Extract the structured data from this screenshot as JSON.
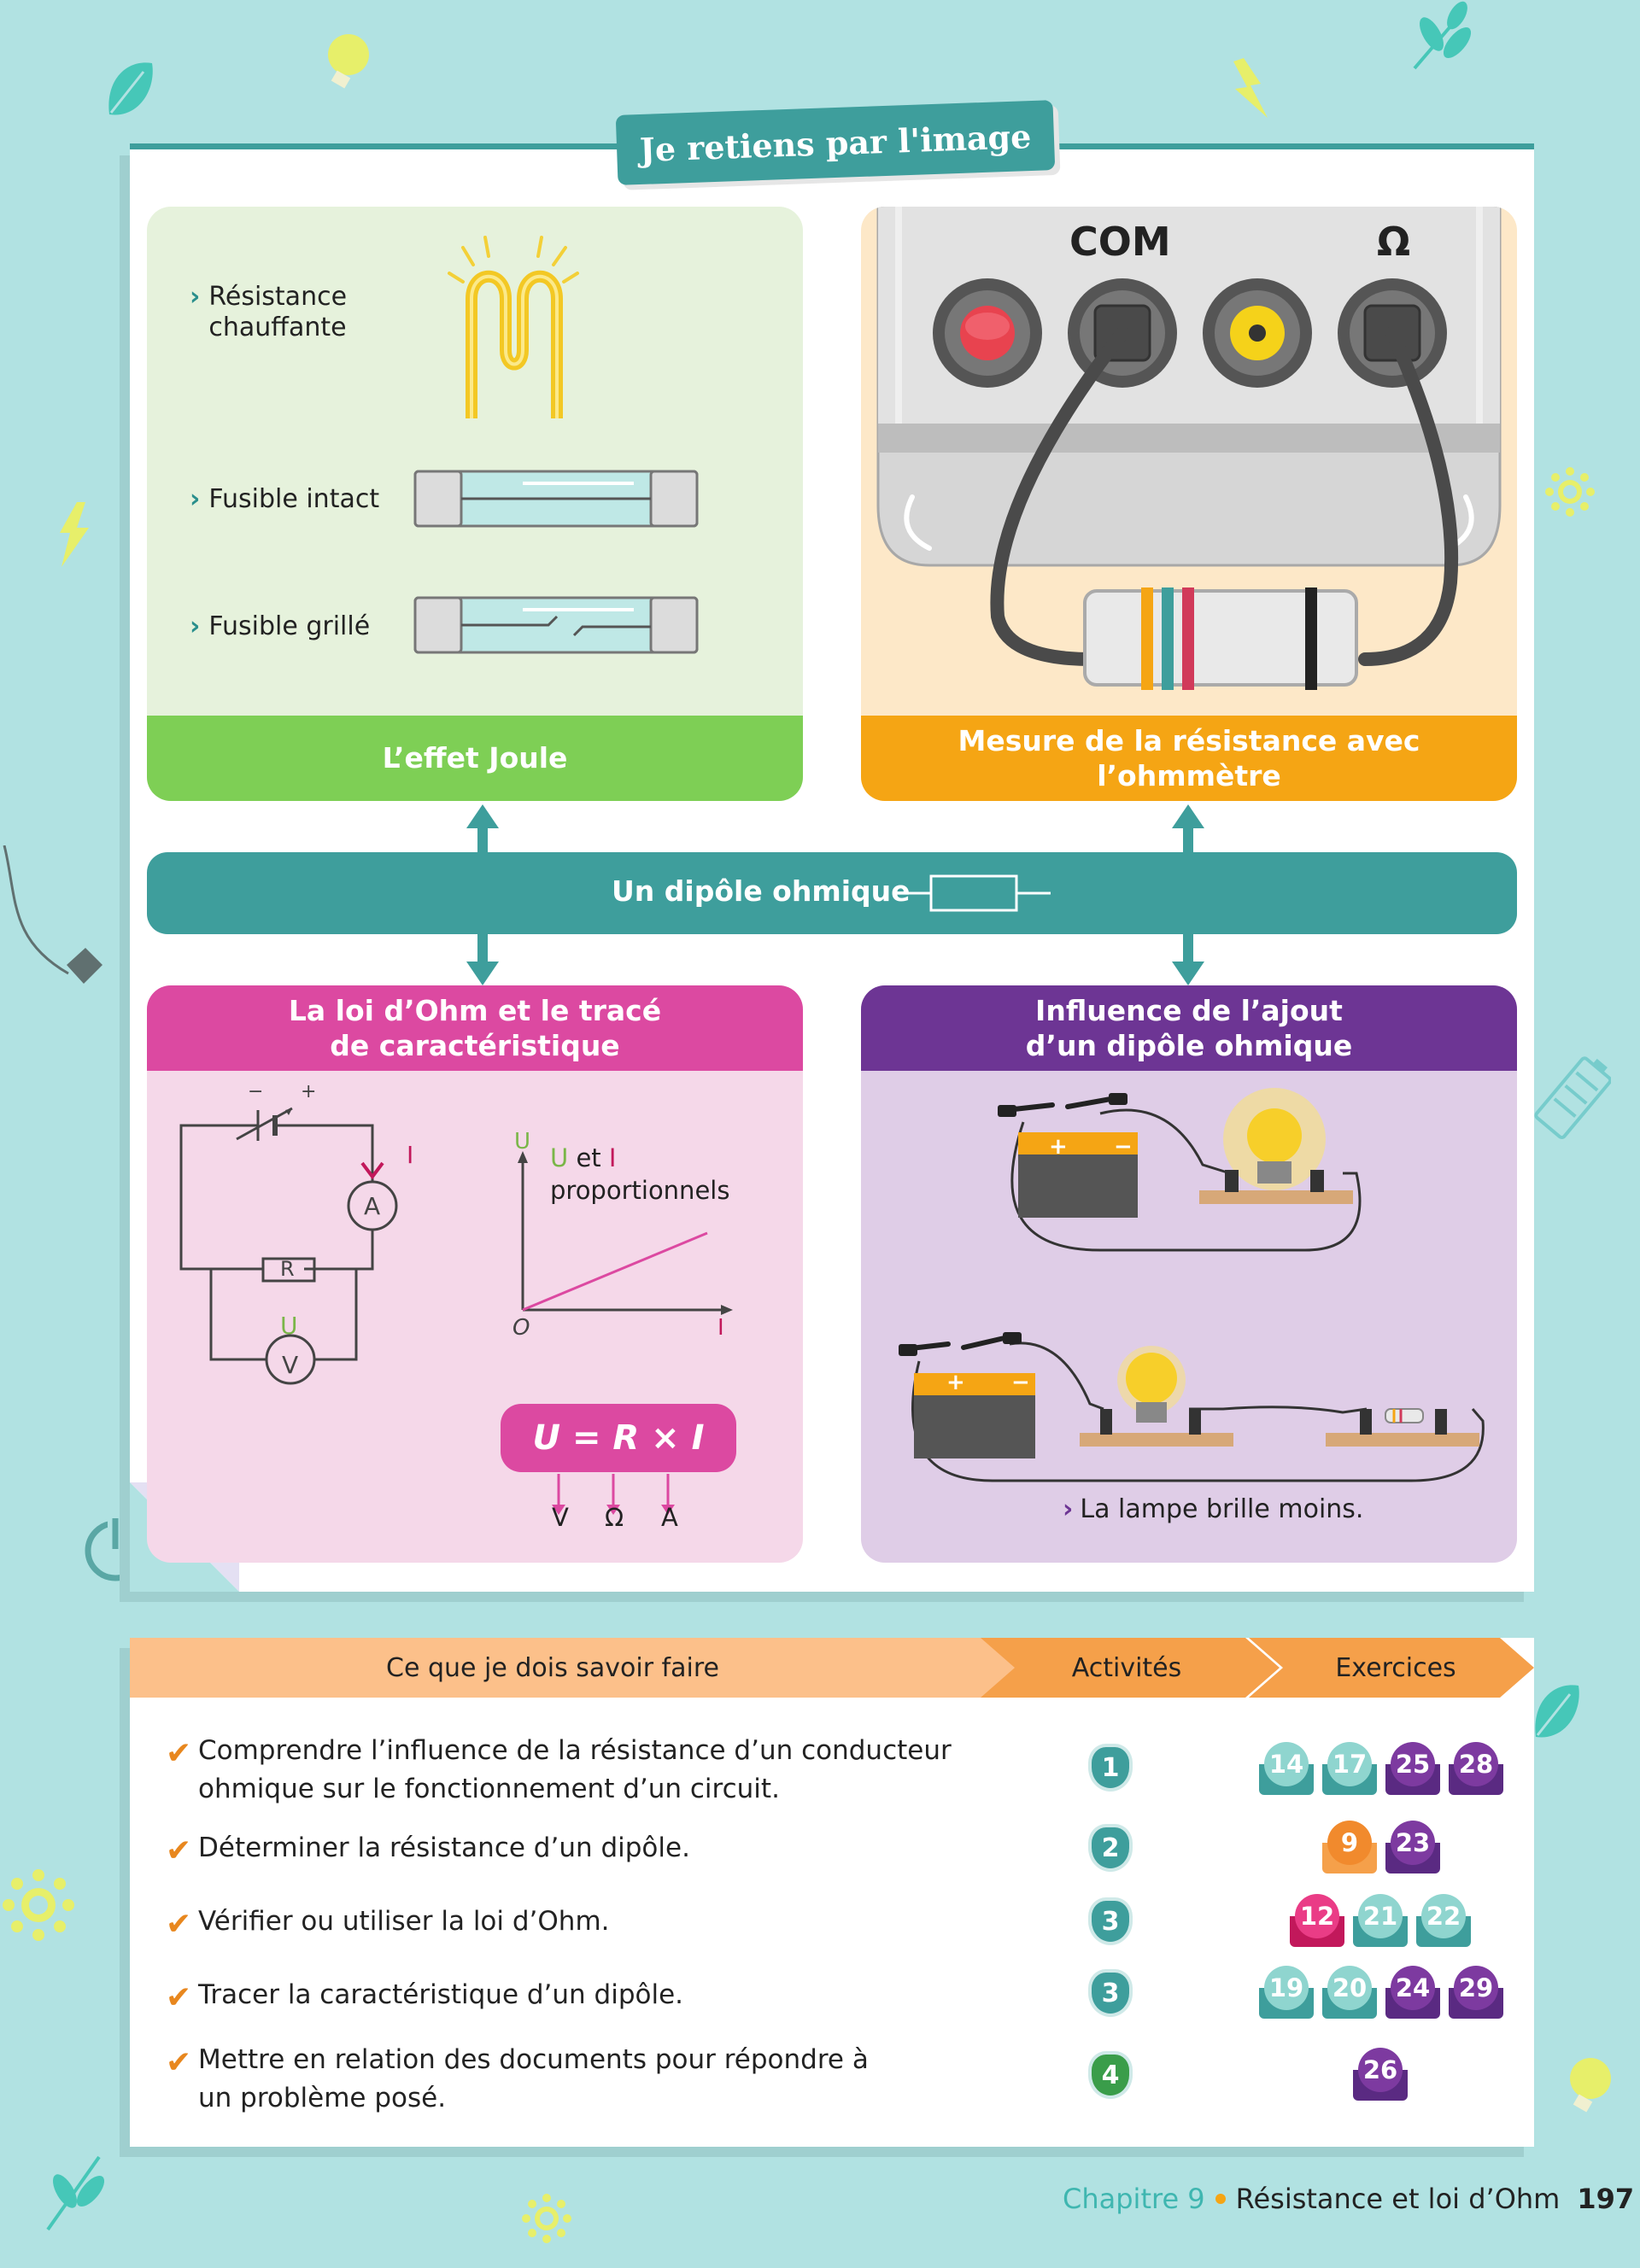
{
  "title": "Je retiens par l'image",
  "joule": {
    "items": [
      "Résistance chauffante",
      "Fusible intact",
      "Fusible grillé"
    ],
    "bar": "L’effet Joule"
  },
  "ohmmeter": {
    "com": "COM",
    "omega": "Ω",
    "bar": "Mesure de la résistance avec l’ohmmètre"
  },
  "center": "Un dipôle ohmique",
  "ohm_law": {
    "header_l1": "La loi d’Ohm et le tracé",
    "header_l2": "de caractéristique",
    "minus": "−",
    "plus": "+",
    "I": "I",
    "A": "A",
    "R": "R",
    "U": "U",
    "V": "V",
    "axis_u": "U",
    "axis_o": "O",
    "axis_i": "I",
    "prop_u": "U",
    "prop_et": " et ",
    "prop_i": "I",
    "prop_l2": "proportionnels",
    "formula": "U = R × I",
    "units": [
      "V",
      "Ω",
      "A"
    ]
  },
  "influence": {
    "header_l1": "Influence de l’ajout",
    "header_l2": "d’un dipôle ohmique",
    "plus": "+",
    "minus": "−",
    "note": "La lampe brille moins."
  },
  "skills": {
    "headers": [
      "Ce que je dois savoir faire",
      "Activités",
      "Exercices"
    ],
    "rows": [
      {
        "line1": "Comprendre l’influence de la résistance d’un conducteur",
        "line2": "ohmique sur le fonctionnement d’un circuit.",
        "activity": "1",
        "exercises": [
          "14",
          "17",
          "25",
          "28"
        ]
      },
      {
        "line1": "Déterminer la résistance d’un dipôle.",
        "line2": "",
        "activity": "2",
        "exercises": [
          "9",
          "23"
        ]
      },
      {
        "line1": "Vérifier ou utiliser la loi d’Ohm.",
        "line2": "",
        "activity": "3",
        "exercises": [
          "12",
          "21",
          "22"
        ]
      },
      {
        "line1": "Tracer la caractéristique d’un dipôle.",
        "line2": "",
        "activity": "3",
        "exercises": [
          "19",
          "20",
          "24",
          "29"
        ]
      },
      {
        "line1": "Mettre en relation des documents pour répondre à",
        "line2": "un problème posé.",
        "activity": "4",
        "exercises": [
          "26"
        ]
      }
    ]
  },
  "footer": {
    "chapter": "Chapitre 9",
    "title": "Résistance et loi d’Ohm",
    "page": "197"
  },
  "colors": {
    "teal": "#3e9e9c",
    "green": "#7ecf55",
    "orange": "#f5a514",
    "pink": "#dc49a1",
    "purple": "#6d3594",
    "ex_teal_light": "#8fd5cf",
    "ex_purple": "#7d3aa0",
    "ex_orange": "#f18a2d",
    "ex_pink": "#ea3c86"
  }
}
